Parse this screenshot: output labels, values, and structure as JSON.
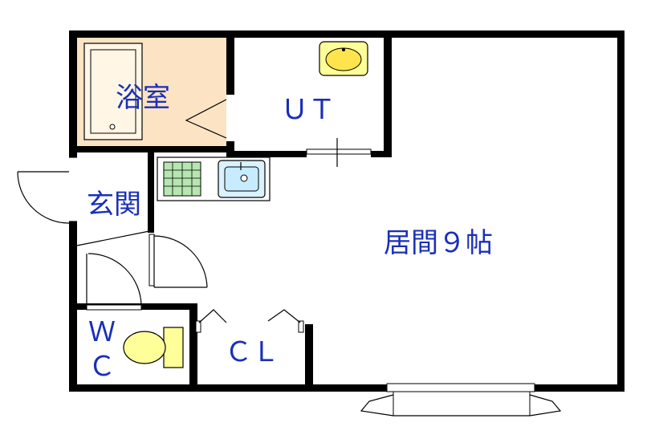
{
  "rooms": {
    "bath": "浴室",
    "utility": "ＵＴ",
    "entrance": "玄関",
    "living": "居間９帖",
    "toilet_line1": "Ｗ",
    "toilet_line2": "Ｃ",
    "closet": "ＣＬ"
  },
  "colors": {
    "wall": "#000000",
    "bath_floor": "#fbe3c3",
    "fixture_yellow": "#ffff99",
    "fixture_yellow_dark": "#ffe44d",
    "sink_blue": "#d9f2ff",
    "stove_green": "#b7e6b0",
    "label_blue": "#1a2fb8"
  }
}
